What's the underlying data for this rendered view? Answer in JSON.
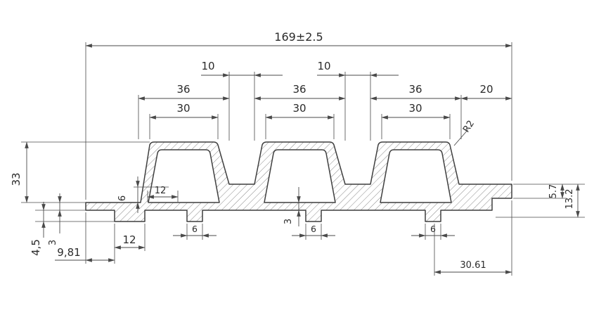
{
  "drawing": {
    "type": "technical-profile-cross-section",
    "colors": {
      "line": "#4a4a4a",
      "outline": "#3f3f3f",
      "hatch": "#8a8a8a",
      "background": "#ffffff",
      "text": "#2b2b2b"
    },
    "dims": {
      "overall_width": "169±2.5",
      "groove1": "10",
      "groove2": "10",
      "rib1_base": "36",
      "rib2_base": "36",
      "rib3_base": "36",
      "right_end_width": "20",
      "rib1_top": "30",
      "rib2_top": "30",
      "rib3_top": "30",
      "corner_radius": "R2",
      "flange_thickness": "5.7",
      "right_end_height": "13.2",
      "overall_height": "33",
      "step_height": "6",
      "step_width": "12",
      "left_foot_width": "12",
      "left_offset": "9,81",
      "foot_height": "4,5",
      "base_thickness_left": "3",
      "base_thickness_mid": "3",
      "foot1_width": "6",
      "foot2_width": "6",
      "foot3_width": "6",
      "right_bottom_length": "30.61"
    }
  }
}
